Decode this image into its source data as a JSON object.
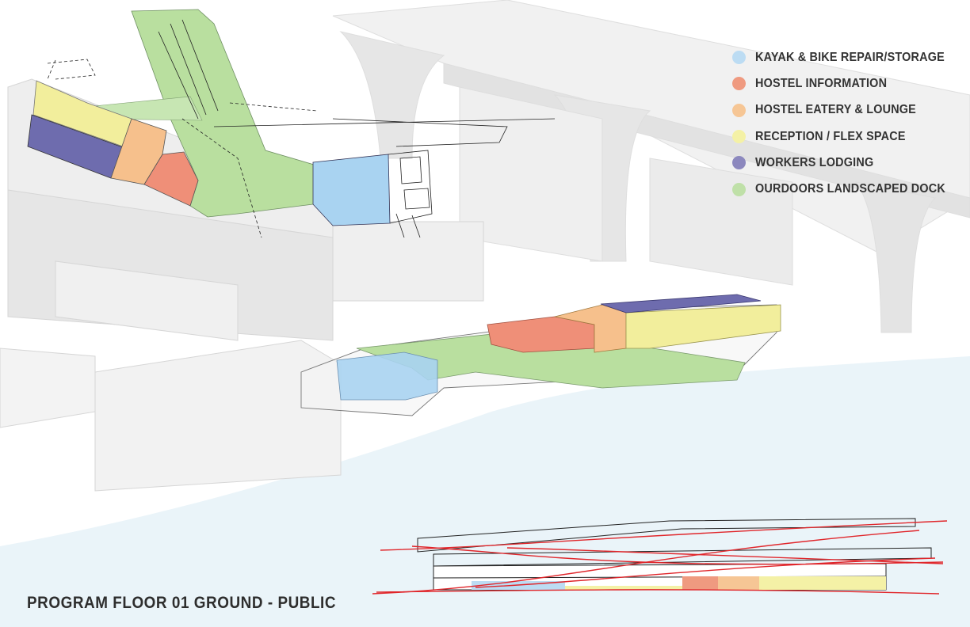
{
  "title": "PROGRAM FLOOR 01 GROUND - PUBLIC",
  "legend": [
    {
      "label": "KAYAK & BIKE REPAIR/STORAGE",
      "color": "#bcdcf3"
    },
    {
      "label": "HOSTEL INFORMATION",
      "color": "#ef9a80"
    },
    {
      "label": "HOSTEL EATERY & LOUNGE",
      "color": "#f6c695"
    },
    {
      "label": "RECEPTION / FLEX SPACE",
      "color": "#f4f1a6"
    },
    {
      "label": "WORKERS LODGING",
      "color": "#8c88be"
    },
    {
      "label": "OURDOORS LANDSCAPED DOCK",
      "color": "#bfe0a8"
    }
  ],
  "colors": {
    "kayak": "#a9d3f1",
    "hostel_info": "#ef8f78",
    "eatery": "#f6c08c",
    "reception": "#f2ee9c",
    "workers": "#6e6cae",
    "dock": "#b9df9f",
    "water": "#e9f4f9",
    "context": "#e3e3e3",
    "section_line": "#e0262b"
  }
}
